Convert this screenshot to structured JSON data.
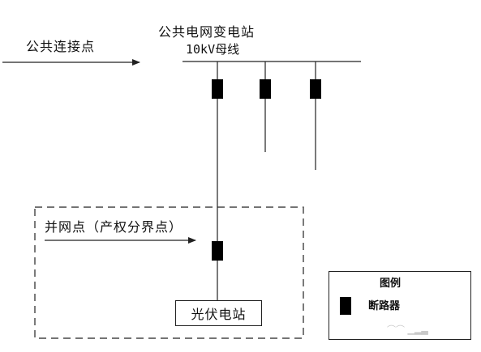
{
  "labels": {
    "public_connection_point": "公共连接点",
    "substation": "公共电网变电站",
    "bus": "10kV母线",
    "grid_connection_point": "并网点（产权分界点）",
    "pv_station": "光伏电站"
  },
  "legend": {
    "title": "图例",
    "breaker_label": "断路器"
  },
  "watermark": "⌒⌒ ▁▂▃",
  "colors": {
    "line": "#222222",
    "breaker": "#000000",
    "background": "#ffffff"
  }
}
